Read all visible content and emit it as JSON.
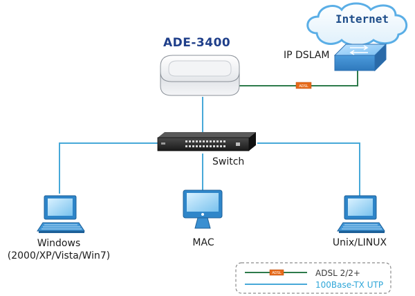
{
  "labels": {
    "device_title": "ADE-3400",
    "internet": "Internet",
    "dslam": "IP DSLAM",
    "switch": "Switch",
    "windows_line1": "Windows",
    "windows_line2": "(2000/XP/Vista/Win7)",
    "mac": "MAC",
    "unix": "Unix/LINUX",
    "adsl_tag": "ADSL"
  },
  "legend": {
    "adsl": "ADSL 2/2+",
    "utp": "100Base-TX UTP"
  },
  "colors": {
    "adsl_line": "#2d7a4a",
    "utp_line": "#46a8d8",
    "adsl_tag": "#e66a1a",
    "title": "#1f3f8a",
    "legend_utp_text": "#2ea6d8"
  },
  "icons": {
    "cloud": "cloud-icon",
    "dslam": "dslam-icon",
    "router": "router-icon",
    "switch": "switch-icon",
    "pc": "computer-icon",
    "mac": "imac-icon"
  }
}
